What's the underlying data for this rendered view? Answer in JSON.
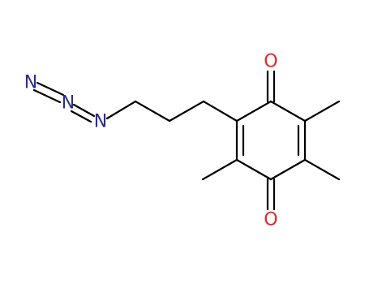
{
  "molecule": {
    "atoms": [
      {
        "element": "N",
        "color": "#2b2b8c"
      },
      {
        "element": "N",
        "color": "#2b2b8c"
      },
      {
        "element": "N",
        "color": "#2b2b8c"
      },
      {
        "element": "O",
        "color": "#e8252a"
      },
      {
        "element": "O",
        "color": "#e8252a"
      }
    ],
    "bond_color": "#000000"
  }
}
